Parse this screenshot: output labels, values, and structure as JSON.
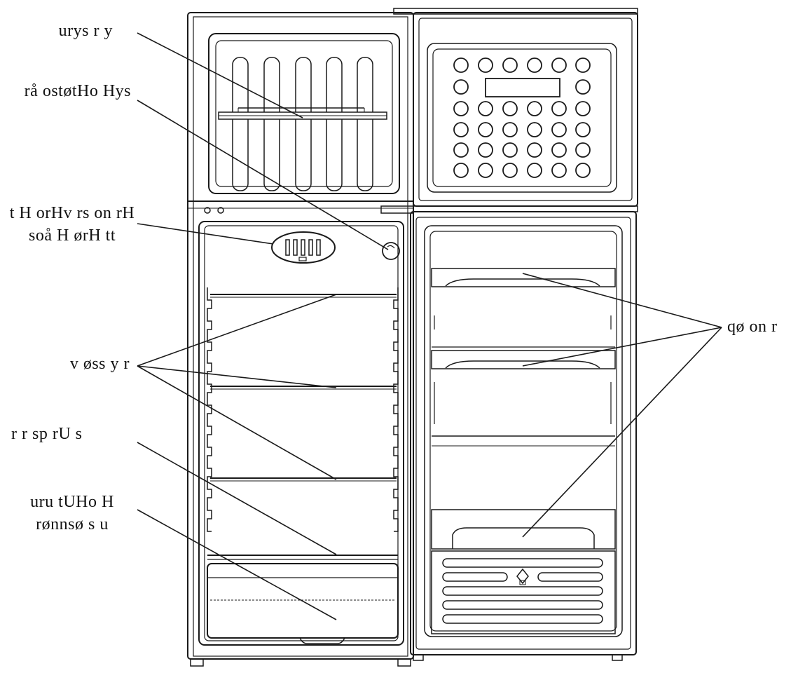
{
  "labels": {
    "freezer_shelf": "urys r y",
    "thermostat": "rå ostøtHo Hys",
    "lamp_line1": "t H orHv rs on rH",
    "lamp_line2": "soå H ørH    tt",
    "glass_shelves": "v øss y   r",
    "drain_plug": "r r sp rU      s",
    "crisper_line1": "uru  tUHo  H",
    "crisper_line2": "rønnsø  s  u",
    "door_shelves": "qø    on    r"
  },
  "colors": {
    "line": "#1a1a1a",
    "label": "#111111",
    "background": "#ffffff"
  }
}
